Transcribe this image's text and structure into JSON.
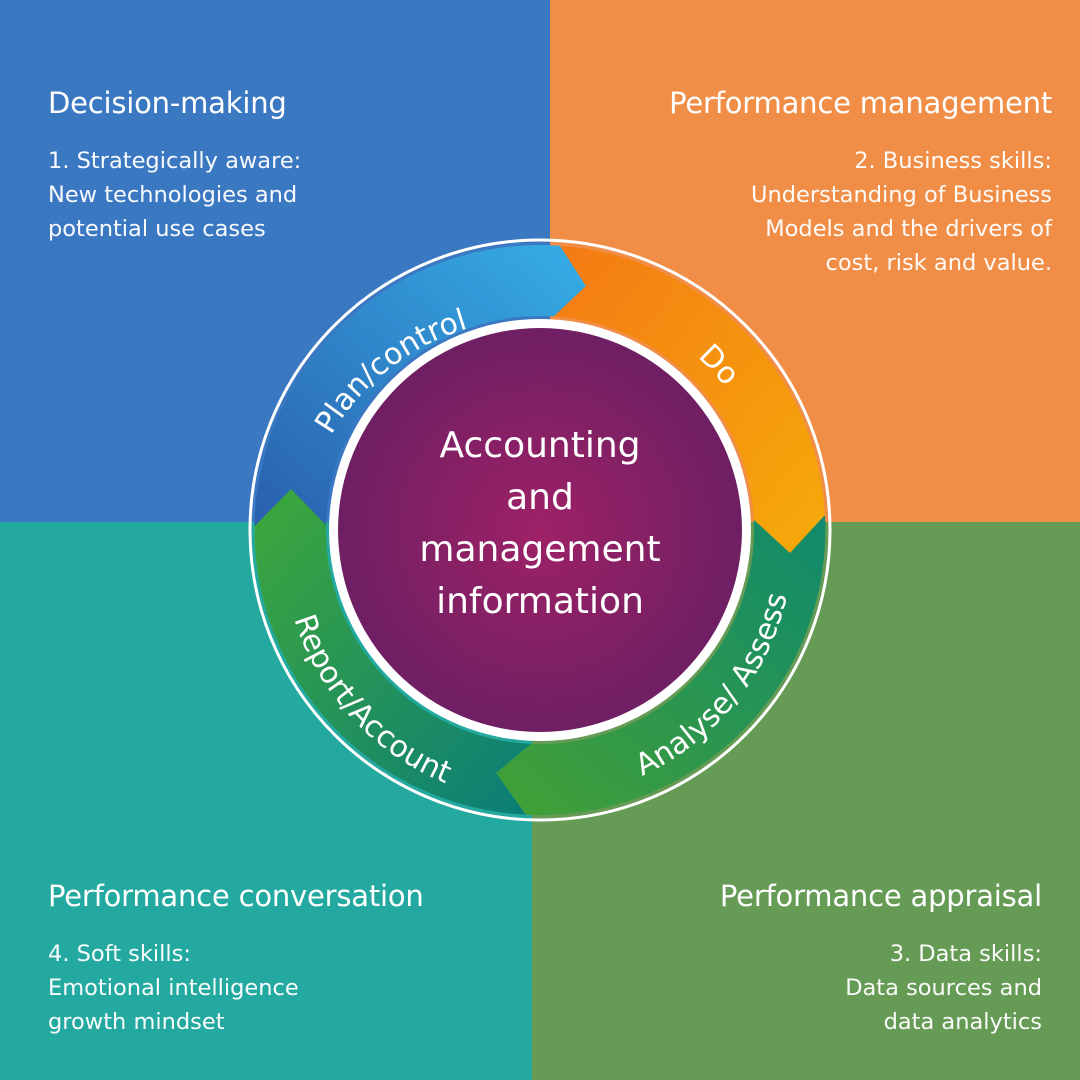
{
  "colors": {
    "decision_making": "#3b78c2",
    "performance_management": "#f08e47",
    "performance_conversation": "#23a99f",
    "performance_appraisal": "#659b55",
    "center": "#8b1f63",
    "ring_blue": "#2f6fbf",
    "ring_orange": "#f2820a",
    "ring_green": "#3d9a3b",
    "ring_teal": "#0e8577"
  },
  "quadrants": {
    "top_left": {
      "title": "Decision-making",
      "lines": [
        "1. Strategically aware:",
        "New technologies and",
        "potential use cases"
      ]
    },
    "top_right": {
      "title": "Performance management",
      "lines": [
        "2. Business skills:",
        "Understanding of Business",
        "Models and the drivers of",
        "cost, risk and value."
      ]
    },
    "bottom_left": {
      "title": "Performance conversation",
      "lines": [
        "4. Soft skills:",
        "Emotional intelligence",
        "growth mindset"
      ]
    },
    "bottom_right": {
      "title": "Performance appraisal",
      "lines": [
        "3. Data skills:",
        "Data sources and",
        "data analytics"
      ]
    }
  },
  "cycle": {
    "center_lines": [
      "Accounting",
      "and",
      "management",
      "information"
    ],
    "stages": {
      "plan": "Plan/control",
      "do": "Do",
      "assess": "Analyse/ Assess",
      "report": "Report/Account"
    }
  }
}
